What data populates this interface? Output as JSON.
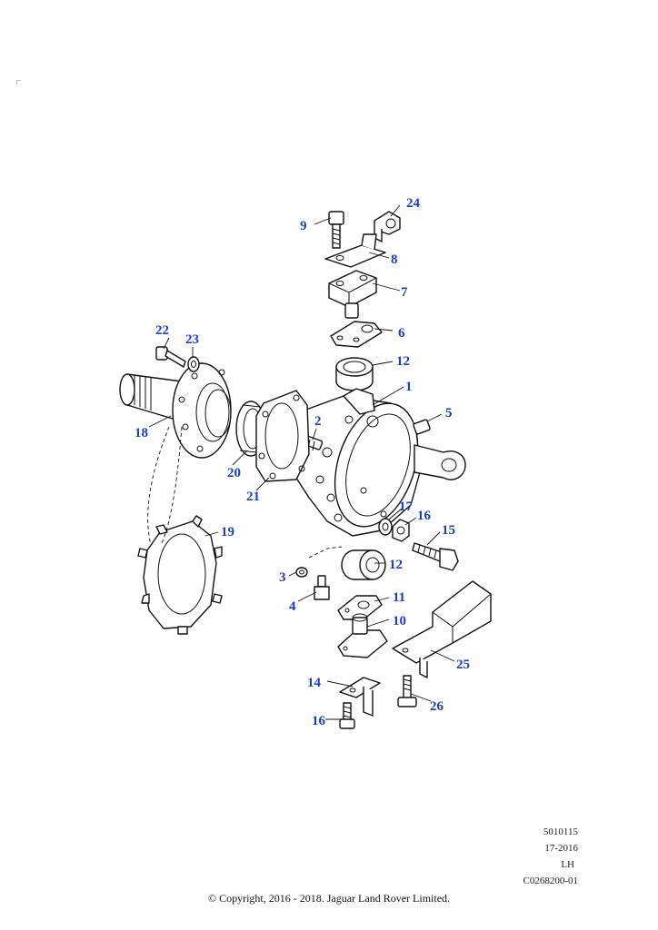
{
  "callouts": [
    {
      "n": "1"
    },
    {
      "n": "2"
    },
    {
      "n": "3"
    },
    {
      "n": "4"
    },
    {
      "n": "5"
    },
    {
      "n": "6"
    },
    {
      "n": "7"
    },
    {
      "n": "8"
    },
    {
      "n": "9"
    },
    {
      "n": "10"
    },
    {
      "n": "11"
    },
    {
      "n": "12"
    },
    {
      "n": "12"
    },
    {
      "n": "14"
    },
    {
      "n": "15"
    },
    {
      "n": "16"
    },
    {
      "n": "16"
    },
    {
      "n": "17"
    },
    {
      "n": "18"
    },
    {
      "n": "19"
    },
    {
      "n": "20"
    },
    {
      "n": "21"
    },
    {
      "n": "22"
    },
    {
      "n": "23"
    },
    {
      "n": "24"
    },
    {
      "n": "25"
    },
    {
      "n": "26"
    }
  ],
  "meta": {
    "illustration_no": "5010115",
    "revision": "17-2016",
    "side": "LH",
    "part_ref": "C0268200-01"
  },
  "copyright": "© Copyright, 2016 - 2018. Jaguar Land Rover Limited.",
  "colors": {
    "callout": "#1a3fc7",
    "line": "#111111"
  }
}
